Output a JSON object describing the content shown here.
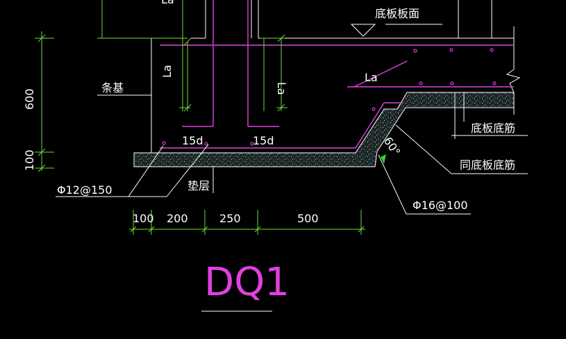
{
  "labels": {
    "la_top": "La",
    "la_left": "La",
    "la_right": "La",
    "slab_top": "底板板面",
    "strip_foundation": "条基",
    "height_600": "600",
    "height_100": "100",
    "hook_left": "15d",
    "hook_right": "15d",
    "la_slab": "La",
    "angle": "60°",
    "slab_bottom_bar": "底板底筋",
    "same_as_slab_bottom": "同底板底筋",
    "rebar_left": "Φ12@150",
    "cushion": "垫层",
    "rebar_right": "Φ16@100",
    "dim_100": "100",
    "dim_200": "200",
    "dim_250": "250",
    "dim_500": "500",
    "title": "DQ1"
  },
  "colors": {
    "background": "#000000",
    "rebar": "#e040e0",
    "dimension": "#6edb3c",
    "outline": "#ffffff",
    "leader": "#ffffff",
    "cushion_fill": "#1c2626",
    "angle_marker": "#22dd33"
  }
}
